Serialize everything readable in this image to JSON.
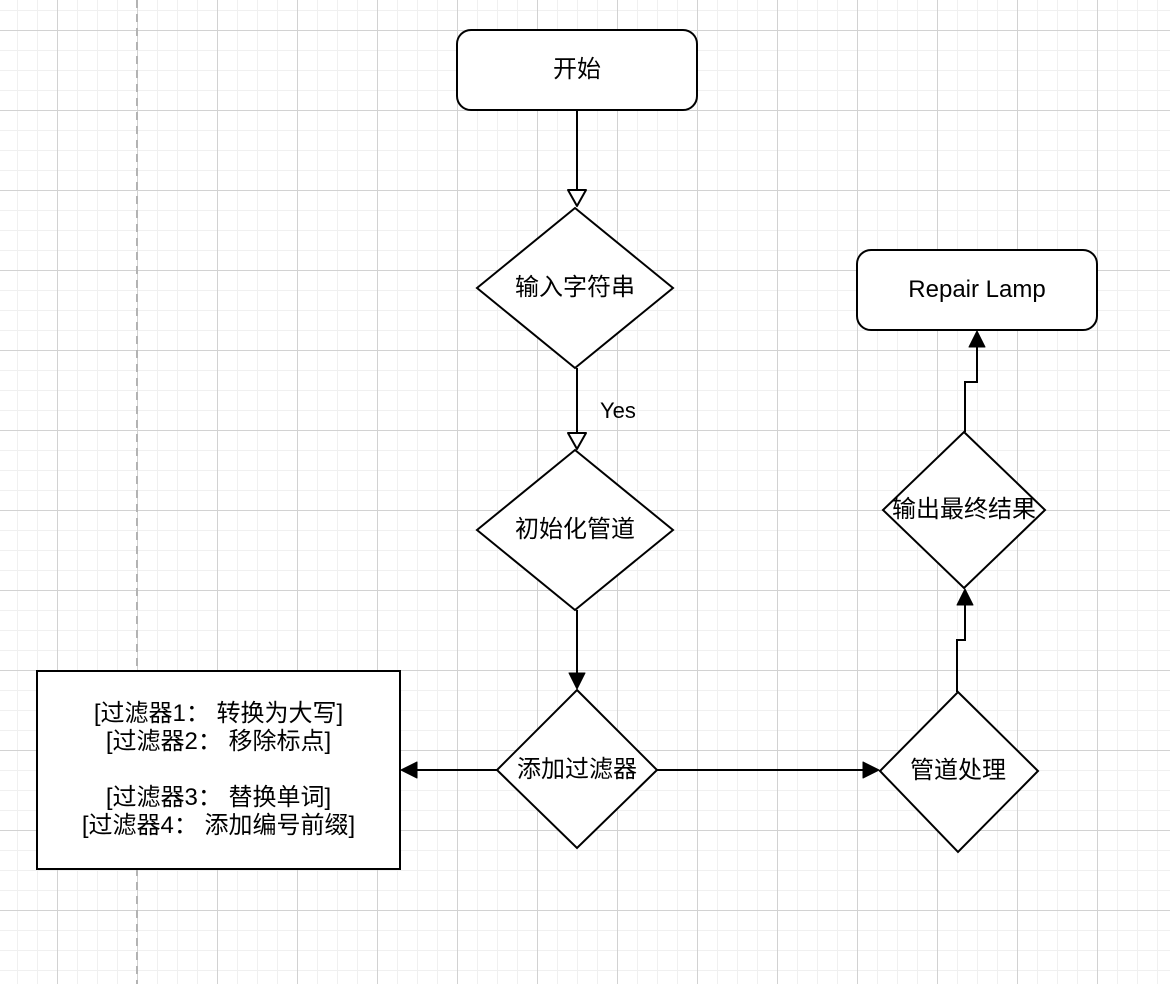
{
  "diagram": {
    "nodes": {
      "start": {
        "label": "开始",
        "shape": "rounded-rectangle"
      },
      "input_string": {
        "label": "输入字符串",
        "shape": "diamond"
      },
      "init_pipeline": {
        "label": "初始化管道",
        "shape": "diamond"
      },
      "add_filter": {
        "label": "添加过滤器",
        "shape": "diamond"
      },
      "pipeline_process": {
        "label": "管道处理",
        "shape": "diamond"
      },
      "output_result": {
        "label": "输出最终结果",
        "shape": "diamond"
      },
      "repair_lamp": {
        "label": "Repair Lamp",
        "shape": "rounded-rectangle"
      },
      "filter_list": {
        "shape": "rectangle",
        "lines": [
          "[过滤器1： 转换为大写]",
          "[过滤器2： 移除标点]",
          "",
          "[过滤器3： 替换单词]",
          "[过滤器4： 添加编号前缀]"
        ]
      }
    },
    "edges": {
      "input_to_init_label": "Yes"
    },
    "colors": {
      "shape_stroke": "#000000",
      "shape_fill": "#ffffff",
      "text": "#000000",
      "grid_minor": "#f0f0f0",
      "grid_major": "#d2d2d2",
      "page_divider": "#b3b3b3"
    }
  }
}
